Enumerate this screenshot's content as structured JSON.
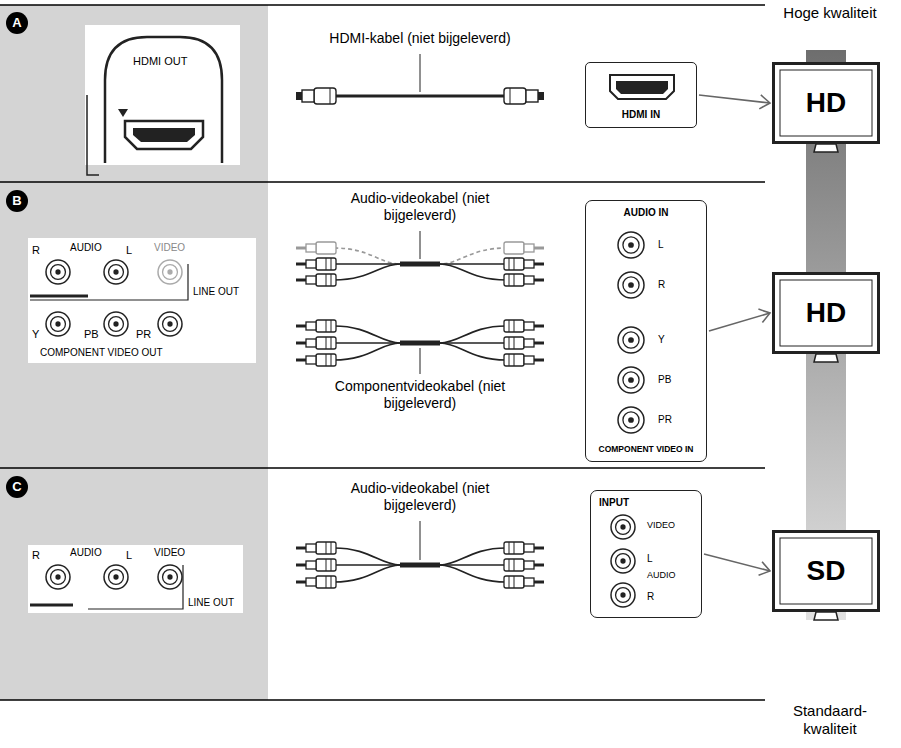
{
  "diagram": {
    "nodes": [
      {
        "text": [
          "HDMI OUT"
        ]
      },
      {
        "text": [
          "HDMI IN"
        ]
      },
      {
        "text": [
          "HD"
        ]
      },
      {
        "text": [
          "R",
          "AUDIO",
          "L",
          "VIDEO",
          "LINE OUT",
          "Y",
          "PB",
          "PR",
          "COMPONENT VIDEO OUT"
        ]
      },
      {
        "text": [
          "AUDIO IN",
          "L",
          "R",
          "Y",
          "PB",
          "PR",
          "COMPONENT VIDEO IN"
        ]
      },
      {
        "text": [
          "HD"
        ]
      },
      {
        "text": [
          "R",
          "AUDIO",
          "L",
          "VIDEO",
          "LINE OUT"
        ]
      },
      {
        "text": [
          "INPUT",
          "VIDEO",
          "L",
          "AUDIO",
          "R"
        ]
      },
      {
        "text": [
          "SD"
        ]
      }
    ],
    "edges": [
      {
        "from": 1,
        "to": 2,
        "arrow": "to"
      },
      {
        "from": 4,
        "to": 5,
        "arrow": "to"
      },
      {
        "from": 7,
        "to": 8,
        "arrow": "to"
      }
    ],
    "labels": [
      "A",
      "HDMI-kabel (niet bijgeleverd)",
      "Hoge kwaliteit",
      "B",
      "Audio-videokabel (niet bijgeleverd)",
      "Componentvideokabel (niet bijgeleverd)",
      "C",
      "Audio-videokabel (niet bijgeleverd)",
      "Standaard- kwaliteit"
    ]
  }
}
